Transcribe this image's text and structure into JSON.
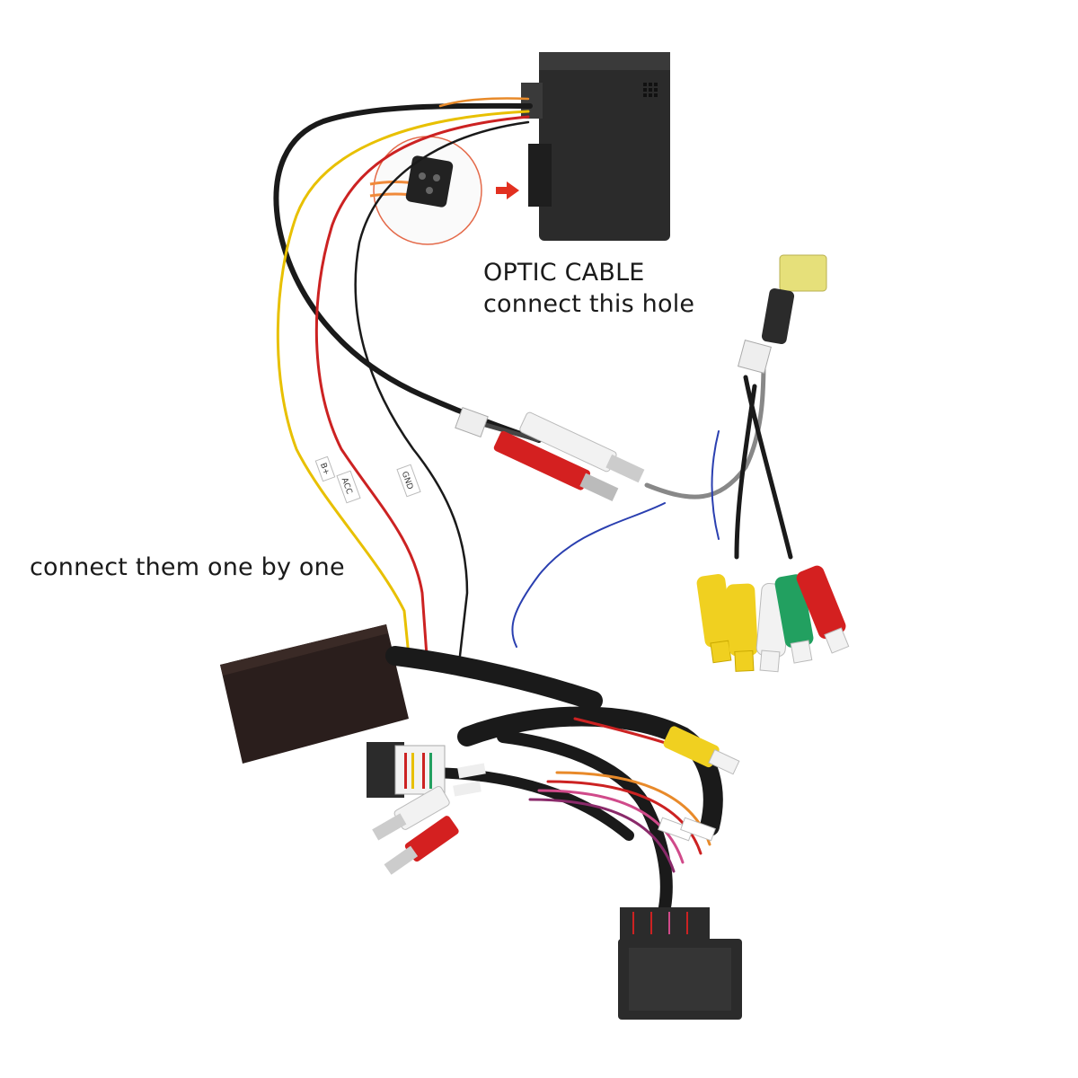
{
  "annotations": {
    "optic_line1": "OPTIC CABLE",
    "optic_line2": "connect this hole",
    "connect_one_by_one": "connect them one by one"
  },
  "wire_tags": {
    "gnd": "GND",
    "acc": "ACC",
    "b_plus": "B+"
  },
  "colors": {
    "box": "#2b2b2b",
    "decoder_box": "#2a1e1c",
    "rca_red": "#d42020",
    "rca_white": "#f2f2f2",
    "rca_yellow": "#f0d020",
    "rca_green": "#22a060",
    "wire_yellow": "#e8c000",
    "wire_red": "#cc2222",
    "wire_black": "#1a1a1a",
    "wire_blue": "#2a3fb0",
    "arrow_red": "#e23020",
    "connector_mini": "#e6e07a"
  }
}
